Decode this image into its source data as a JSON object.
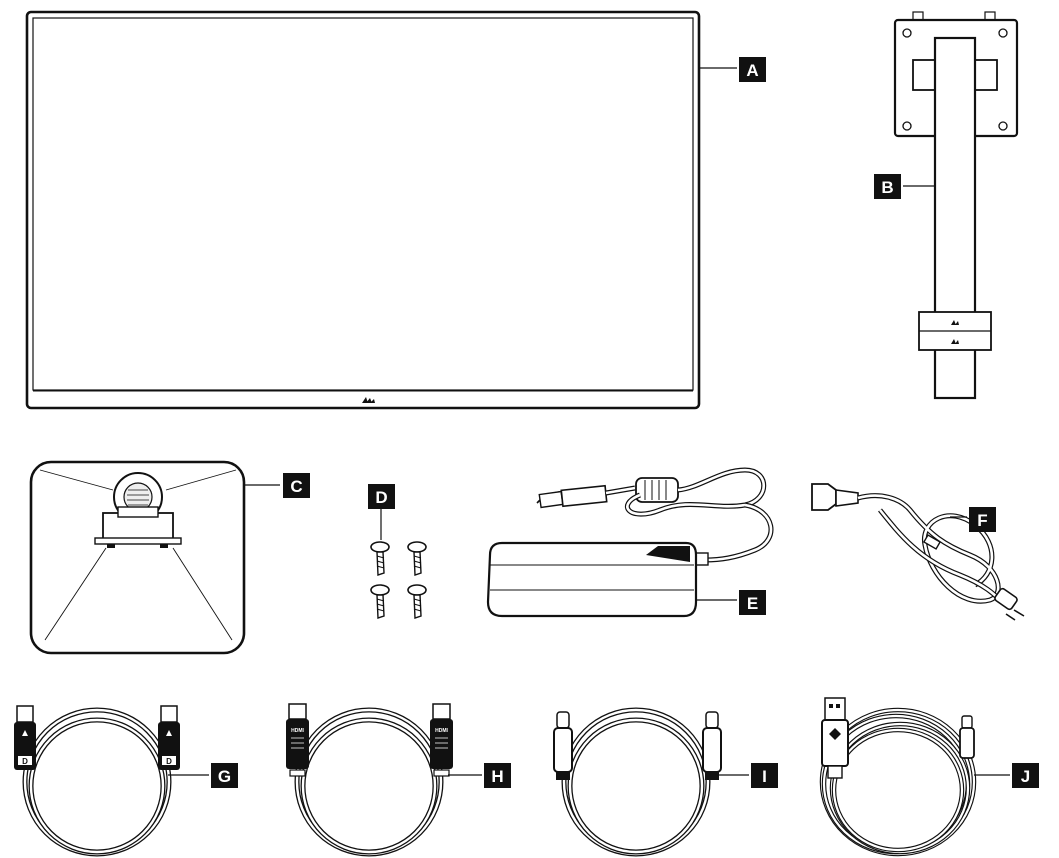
{
  "labels": {
    "monitor": "A",
    "stand_neck": "B",
    "stand_base": "C",
    "screws": "D",
    "power_adapter": "E",
    "power_cord": "F",
    "displayport_cable": "G",
    "hdmi_cable": "H",
    "usb_c_cable": "I",
    "usb_a_to_c_cable": "J"
  },
  "connector_marks": {
    "dp": "D",
    "hdmi": "HDMI"
  },
  "colors": {
    "ink": "#111111",
    "label_bg": "#111111",
    "label_text": "#ffffff",
    "background": "#ffffff"
  }
}
